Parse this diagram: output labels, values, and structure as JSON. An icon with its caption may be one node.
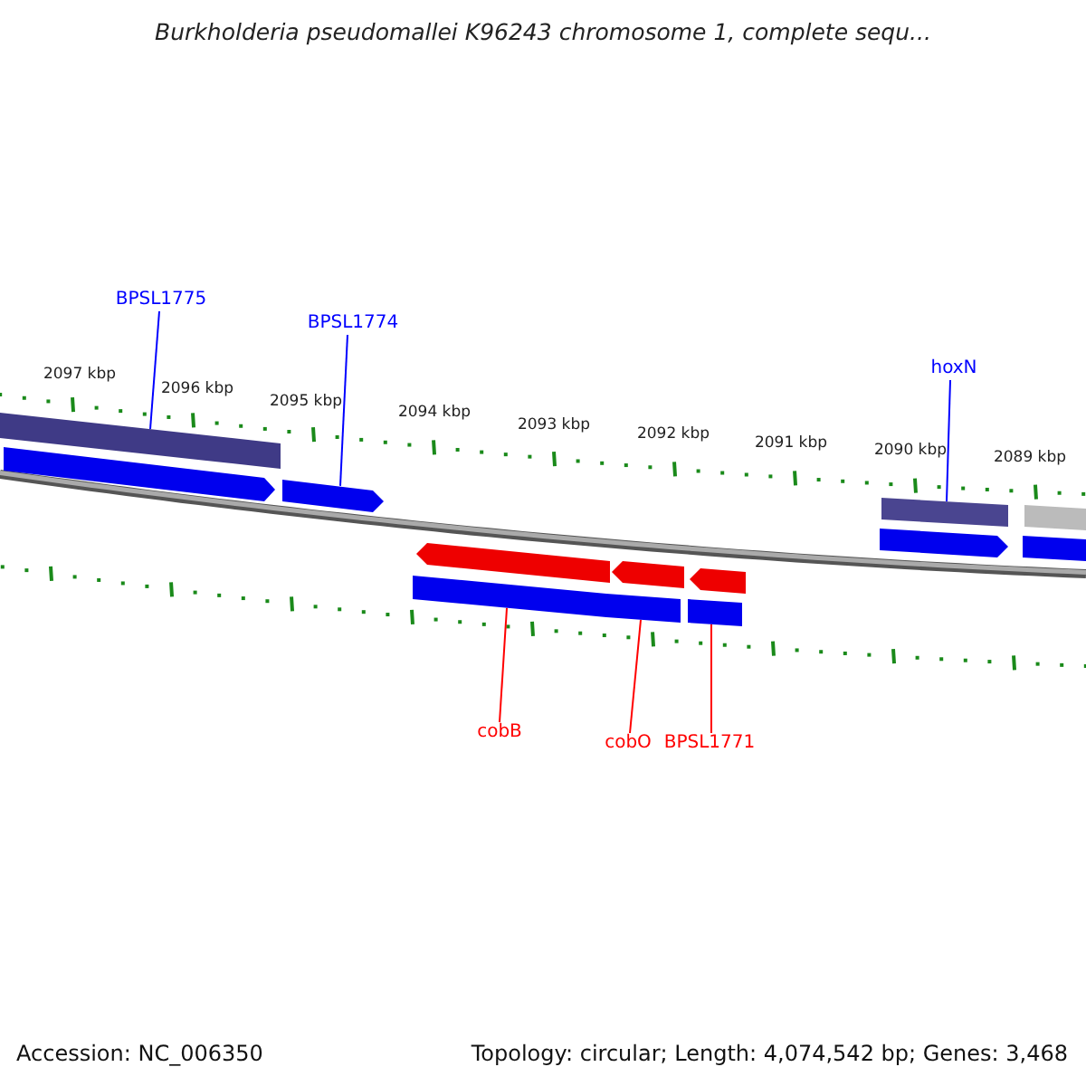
{
  "diagram": {
    "title": "Burkholderia pseudomallei K96243 chromosome 1, complete sequ...",
    "nodes": [
      {
        "text": [
          "BPSL1775"
        ]
      },
      {
        "text": [
          "BPSL1774"
        ]
      },
      {
        "text": [
          "hoxN"
        ]
      },
      {
        "text": [
          "cobB"
        ]
      },
      {
        "text": [
          "cobO"
        ]
      },
      {
        "text": [
          "BPSL1771"
        ]
      },
      {
        "text": [],
        "shape": "bar"
      },
      {
        "text": [],
        "shape": "arrow"
      },
      {
        "text": [],
        "shape": "arrow"
      },
      {
        "text": [],
        "shape": "arrow"
      },
      {
        "text": [],
        "shape": "arrow"
      },
      {
        "text": [],
        "shape": "arrow"
      },
      {
        "text": [],
        "shape": "bar"
      },
      {
        "text": [],
        "shape": "bar"
      },
      {
        "text": [],
        "shape": "bar"
      },
      {
        "text": [],
        "shape": "bar"
      },
      {
        "text": [],
        "shape": "arrow"
      },
      {
        "text": [],
        "shape": "bar"
      },
      {
        "text": [],
        "shape": "bar"
      }
    ],
    "edges": [
      {
        "from": 0,
        "to": 6,
        "arrow": "none"
      },
      {
        "from": 1,
        "to": 8,
        "arrow": "none"
      },
      {
        "from": 2,
        "to": 15,
        "arrow": "none"
      },
      {
        "from": 3,
        "to": 12,
        "arrow": "none",
        "color": "#ff0000"
      },
      {
        "from": 4,
        "to": 13,
        "arrow": "none",
        "color": "#ff0000"
      },
      {
        "from": 5,
        "to": 14,
        "arrow": "none",
        "color": "#ff0000"
      }
    ],
    "labels": [
      "2097 kbp",
      "2096 kbp",
      "2095 kbp",
      "2094 kbp",
      "2093 kbp",
      "2092 kbp",
      "2091 kbp",
      "2090 kbp",
      "2089 kbp",
      "Accession: NC_006350",
      "Topology: circular; Length: 4,074,542 bp; Genes: 3,468"
    ]
  }
}
